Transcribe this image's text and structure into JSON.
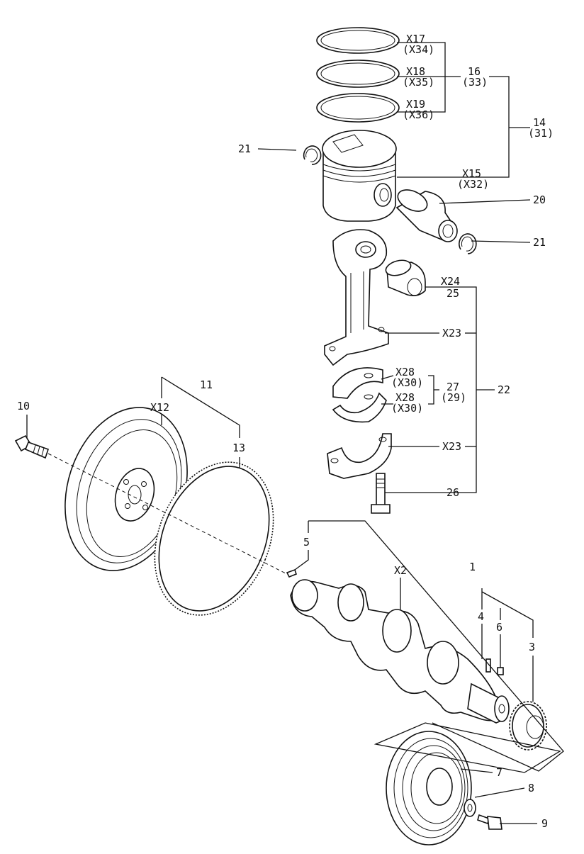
{
  "labels": {
    "x17": "X17",
    "x34": "(X34)",
    "x18": "X18",
    "x35": "(X35)",
    "x19": "X19",
    "x36": "(X36)",
    "n16": "16",
    "n33": "(33)",
    "n14": "14",
    "n31": "(31)",
    "x15": "X15",
    "x32": "(X32)",
    "n21a": "21",
    "n21b": "21",
    "n20": "20",
    "x24": "X24",
    "n25": "25",
    "x23a": "X23",
    "x23b": "X23",
    "x28a": "X28",
    "x30a": "(X30)",
    "x28b": "X28",
    "x30b": "(X30)",
    "n27": "27",
    "n29": "(29)",
    "n22": "22",
    "n26": "26",
    "n11": "11",
    "x12": "X12",
    "n10": "10",
    "n13": "13",
    "n5": "5",
    "x2": "X2",
    "n1": "1",
    "n4": "4",
    "n6": "6",
    "n3": "3",
    "n7": "7",
    "n8": "8",
    "n9": "9"
  }
}
